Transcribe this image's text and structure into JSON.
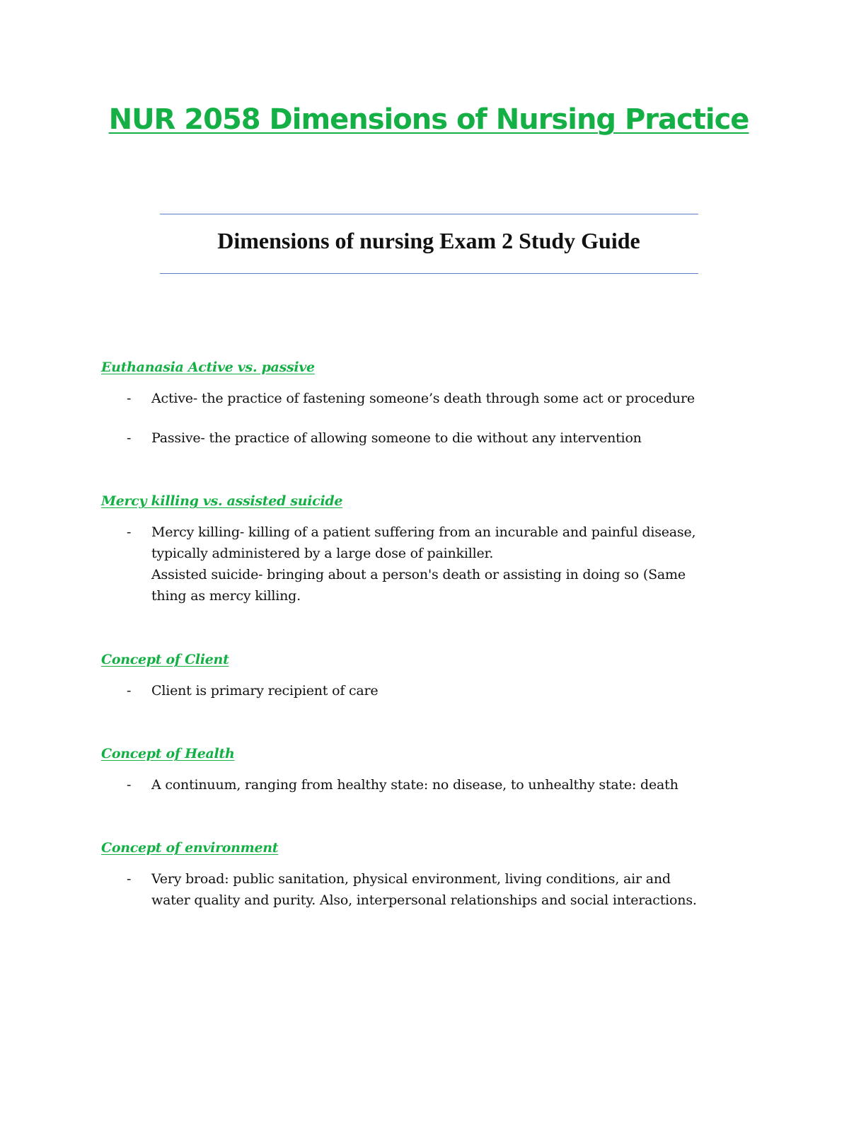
{
  "document": {
    "title": "NUR 2058 Dimensions of Nursing Practice",
    "subtitle": "Dimensions of nursing Exam 2 Study Guide"
  },
  "sections": [
    {
      "heading": "Euthanasia Active vs. passive",
      "bullets": [
        {
          "lines": [
            "Active- the practice of fastening someone’s death through some act or procedure"
          ]
        },
        {
          "lines": [
            "Passive- the practice of allowing someone to die without any intervention"
          ]
        }
      ]
    },
    {
      "heading": "Mercy killing vs. assisted suicide",
      "bullets": [
        {
          "lines": [
            "Mercy killing- killing of a patient suffering from an incurable and painful disease,",
            "typically administered by a large dose of painkiller.",
            "Assisted suicide- bringing about a person's death or assisting in doing so (Same",
            "thing as mercy killing."
          ]
        }
      ]
    },
    {
      "heading": "Concept of Client",
      "bullets": [
        {
          "lines": [
            "Client is primary recipient of care"
          ]
        }
      ]
    },
    {
      "heading": "Concept of Health",
      "bullets": [
        {
          "lines": [
            "A continuum, ranging from healthy state: no disease, to unhealthy state: death"
          ]
        }
      ]
    },
    {
      "heading": "Concept of environment",
      "bullets": [
        {
          "lines": [
            "Very broad: public sanitation, physical environment, living conditions, air and",
            "water quality and purity. Also, interpersonal relationships and social interactions."
          ]
        }
      ]
    }
  ],
  "bullet_marker": "-",
  "colors": {
    "accent_green": "#14b045",
    "rule_blue": "#5b7fc7",
    "text": "#111111"
  }
}
